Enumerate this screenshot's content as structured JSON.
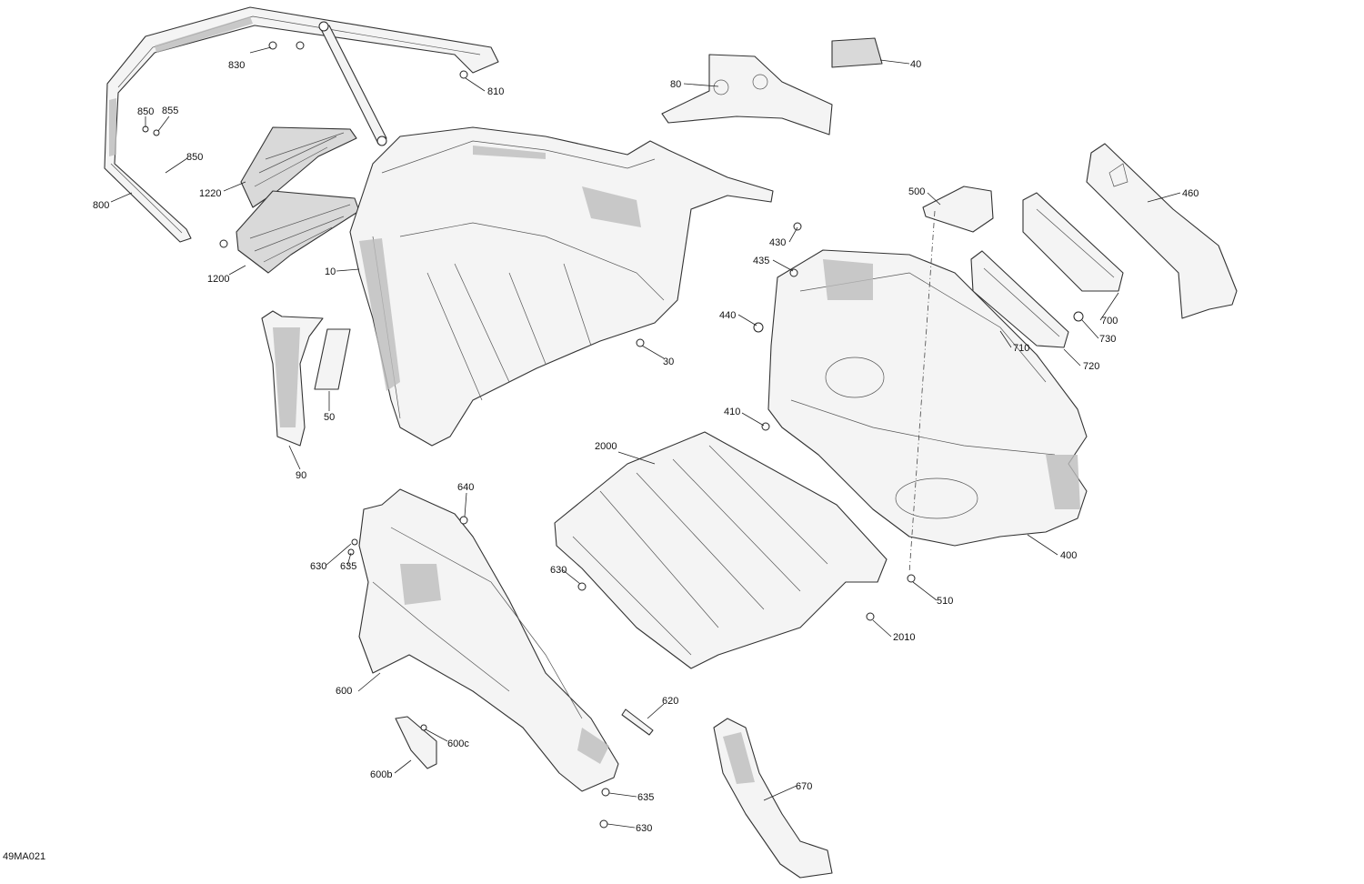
{
  "diagram_id": "49MA021",
  "callouts": [
    {
      "id": "c830",
      "text": "830"
    },
    {
      "id": "c810",
      "text": "810"
    },
    {
      "id": "c850a",
      "text": "850"
    },
    {
      "id": "c855",
      "text": "855"
    },
    {
      "id": "c850b",
      "text": "850"
    },
    {
      "id": "c800",
      "text": "800"
    },
    {
      "id": "c1220",
      "text": "1220"
    },
    {
      "id": "c1200",
      "text": "1200"
    },
    {
      "id": "c10",
      "text": "10"
    },
    {
      "id": "c30",
      "text": "30"
    },
    {
      "id": "c50",
      "text": "50"
    },
    {
      "id": "c90",
      "text": "90"
    },
    {
      "id": "c80",
      "text": "80"
    },
    {
      "id": "c40",
      "text": "40"
    },
    {
      "id": "c500",
      "text": "500"
    },
    {
      "id": "c460",
      "text": "460"
    },
    {
      "id": "c430",
      "text": "430"
    },
    {
      "id": "c435",
      "text": "435"
    },
    {
      "id": "c440",
      "text": "440"
    },
    {
      "id": "c410",
      "text": "410"
    },
    {
      "id": "c700",
      "text": "700"
    },
    {
      "id": "c730",
      "text": "730"
    },
    {
      "id": "c710",
      "text": "710"
    },
    {
      "id": "c720",
      "text": "720"
    },
    {
      "id": "c400",
      "text": "400"
    },
    {
      "id": "c510",
      "text": "510"
    },
    {
      "id": "c2000",
      "text": "2000"
    },
    {
      "id": "c2010",
      "text": "2010"
    },
    {
      "id": "c640",
      "text": "640"
    },
    {
      "id": "c630a",
      "text": "630"
    },
    {
      "id": "c635a",
      "text": "635"
    },
    {
      "id": "c630b",
      "text": "630"
    },
    {
      "id": "c600",
      "text": "600"
    },
    {
      "id": "c620",
      "text": "620"
    },
    {
      "id": "c600c",
      "text": "600c"
    },
    {
      "id": "c600b",
      "text": "600b"
    },
    {
      "id": "c670",
      "text": "670"
    },
    {
      "id": "c635b",
      "text": "635"
    },
    {
      "id": "c630c",
      "text": "630"
    }
  ]
}
